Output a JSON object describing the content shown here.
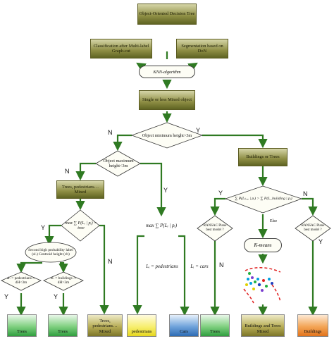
{
  "nodes": {
    "root": "Object-Oriented Decision Tree",
    "classification": "Classification after Multi-label Graph-cut",
    "segmentation": "Segmentation based on DoN",
    "knn": "KNN-algorithm",
    "single_mixed": "Single or less Mixed object",
    "min_height": "Object minimum height>3m",
    "max_height": "Object maximum height<3m",
    "buildings_trees": "Buildings or Trees",
    "trees_ped_mixed": "Trees, pedestrians… Mixed",
    "tree_cond": "max ∑ P(Lᵢ | pᵢ) = tree",
    "second_prob": "Second high probability label (sl.) Centroid height (ch)",
    "sl_ped": "sl. = pedestrians ∩ dH<3m",
    "sl_build": "sl. = buildings ∩ dH>3m",
    "max_p_cond": "max ∑ P(Lᵢ | pᵢ)",
    "li_ped": "Lᵢ = pedestrians",
    "li_cars": "Lᵢ = cars",
    "ratio_cond": "∑ P(Lₜᵣₑₑ | pᵢ) > ∑ P(L_building | pᵢ)",
    "ransac_left": "RANSAC Plane best model ?",
    "ransac_right": "RANSAC Plane best model ?",
    "kmeans": "K-means",
    "else": "Else"
  },
  "branch_labels": {
    "n1": "N",
    "y1": "Y",
    "n2": "N",
    "y2": "Y",
    "y3": "Y",
    "n3": "N",
    "y4": "Y",
    "n4": "N",
    "y5": "Y",
    "y6": "Y",
    "n5": "N",
    "y7": "Y"
  },
  "leaves": {
    "trees1": "Trees",
    "trees2": "Trees",
    "trees_ped_mixed": "Trees, pedestrians… Mixed",
    "pedestrians": "pedestrians",
    "cars": "Cars",
    "trees3": "Trees",
    "buildings_trees_mixed": "Buildings and Trees Mixed",
    "buildings": "Buildings"
  },
  "colors": {
    "node_dark": "#5f6422",
    "leaf_green": "#2f9e3f",
    "leaf_olive": "#7c7528",
    "leaf_yellow": "#e6d71f",
    "leaf_blue": "#2d6bb3",
    "leaf_orange": "#e2731b",
    "arrow": "#2f7a22"
  }
}
